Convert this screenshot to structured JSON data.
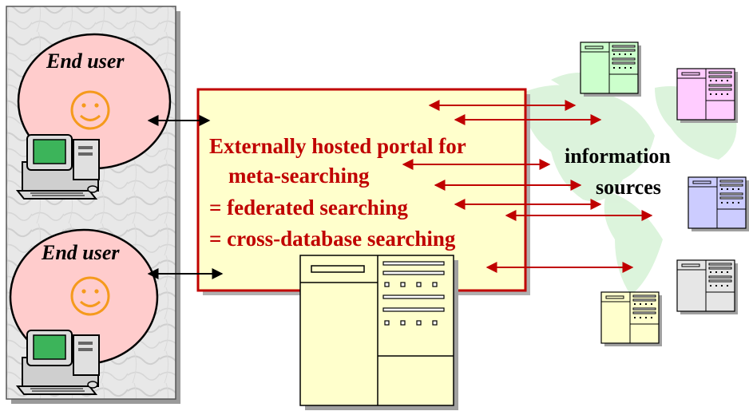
{
  "end_users": [
    {
      "label": "End user"
    },
    {
      "label": "End user"
    }
  ],
  "portal": {
    "lines": [
      "Externally hosted portal for",
      "meta-searching",
      "= federated searching",
      "= cross-database searching"
    ]
  },
  "info_sources": {
    "label_line1": "information",
    "label_line2": "sources"
  },
  "colors": {
    "portal_fill": "#ffffcc",
    "portal_border": "#c00000",
    "arrow_red": "#c00000",
    "arrow_black": "#000000",
    "face_color": "#f59a1c",
    "ellipse_fill": "#ffcccc",
    "map_fill": "#d6f2d6",
    "panel_fill": "#e6e6e6",
    "source_colors": [
      "#ccffcc",
      "#ffccff",
      "#ccccff",
      "#e6e6e6",
      "#ffffcc"
    ]
  }
}
